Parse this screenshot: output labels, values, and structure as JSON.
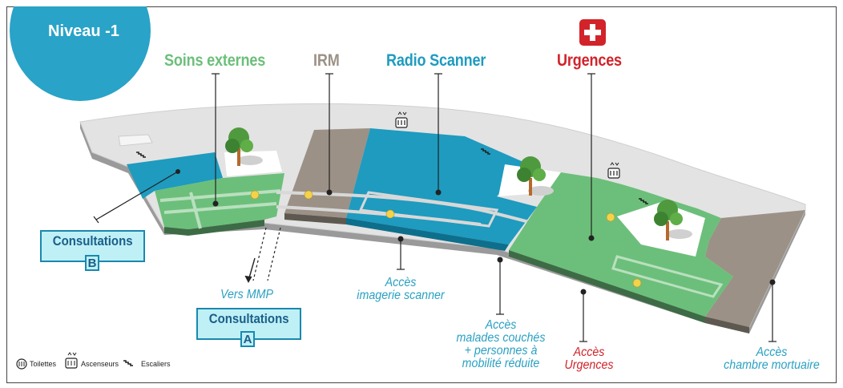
{
  "level_badge": "Niveau -1",
  "zones": {
    "soins_externes": "Soins externes",
    "irm": "IRM",
    "radio_scanner": "Radio Scanner",
    "urgences": "Urgences"
  },
  "consultations_b": {
    "label": "Consultations",
    "letter": "B"
  },
  "consultations_a": {
    "label": "Consultations",
    "letter": "A"
  },
  "vers_mmp": "Vers MMP",
  "acces_imagerie": [
    "Accès",
    "imagerie scanner"
  ],
  "acces_malades": [
    "Accès",
    "malades couchés",
    "+ personnes à",
    "mobilité réduite"
  ],
  "acces_urgences": [
    "Accès",
    "Urgences"
  ],
  "acces_mortuaire": [
    "Accès",
    "chambre mortuaire"
  ],
  "legend": {
    "toilettes": "Toilettes",
    "ascenseurs": "Ascenseurs",
    "escaliers": "Escaliers"
  },
  "colors": {
    "badge": "#29a3c7",
    "green": "#6cbf7a",
    "gray": "#9b9186",
    "blue": "#1e9bbf",
    "red": "#d2232a",
    "corridor": "#e3e3e3"
  }
}
